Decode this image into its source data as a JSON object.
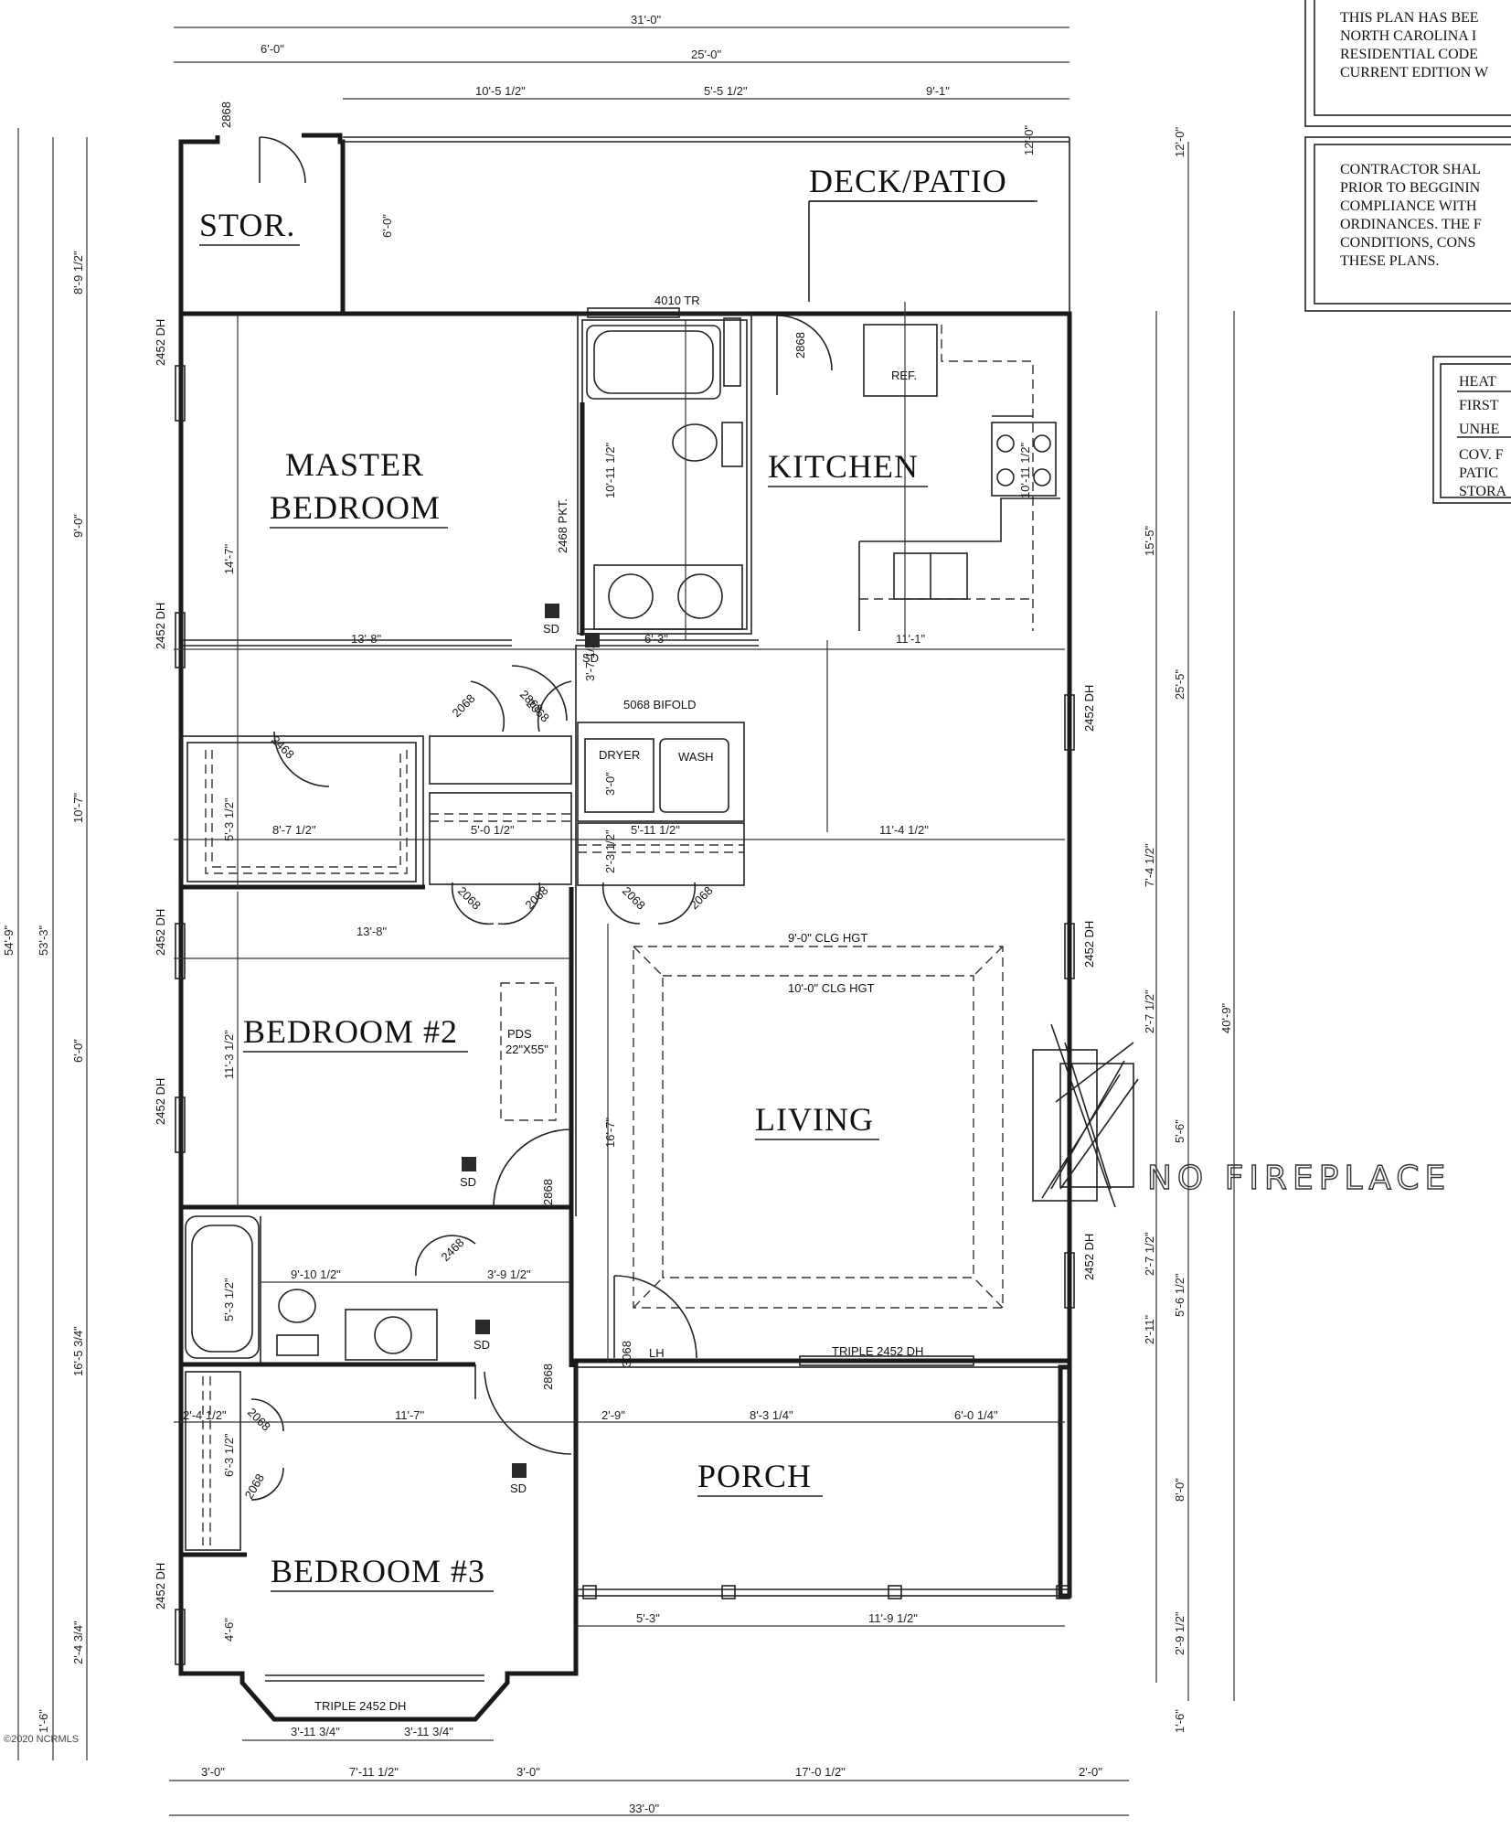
{
  "rooms": {
    "deck_patio": "DECK/PATIO",
    "storage": "STOR.",
    "master_line1": "MASTER",
    "master_line2": "BEDROOM",
    "kitchen": "KITCHEN",
    "bedroom2": "BEDROOM #2",
    "bedroom3": "BEDROOM #3",
    "living": "LIVING",
    "porch": "PORCH"
  },
  "labels": {
    "ref": "REF.",
    "dryer": "DRYER",
    "wash": "WASH",
    "bifold": "5068 BIFOLD",
    "pds": "PDS",
    "pds_size": "22\"X55\"",
    "lh": "LH",
    "sd": "SD",
    "window_4010tr": "4010 TR",
    "triple_window": "TRIPLE 2452 DH",
    "window_2452dh": "2452 DH",
    "door_2868": "2868",
    "door_2468": "2468",
    "door_2068": "2068",
    "door_3068": "3068",
    "door_2468_pkt": "2468 PKT.",
    "clg_9": "9'-0\" CLG HGT",
    "clg_10": "10'-0\" CLG HGT"
  },
  "handwritten_note": "NO FIREPLACE",
  "notes": {
    "note1": [
      "THIS PLAN HAS BEE",
      "NORTH CAROLINA I",
      "RESIDENTIAL CODE",
      "CURRENT EDITION W"
    ],
    "note2": [
      "CONTRACTOR SHAL",
      "PRIOR TO BEGGININ",
      "COMPLIANCE WITH",
      "ORDINANCES. THE F",
      "CONDITIONS, CONS",
      "THESE PLANS."
    ],
    "area_table": [
      "HEAT",
      "FIRST",
      "UNHE",
      "COV. F",
      "PATIC",
      "STORA"
    ]
  },
  "dimensions": {
    "top_overall": "31'-0\"",
    "top_25": "25'-0\"",
    "top_stor": "6'-0\"",
    "top_a": "10'-5 1/2\"",
    "top_b": "5'-5 1/2\"",
    "top_c": "9'-1\"",
    "deck_depth": "12'-0\"",
    "right_12": "12'-0\"",
    "stor_depth": "6'-0\"",
    "bath_w": "10'-11 1/2\"",
    "kitchen_w": "10'-11 1/2\"",
    "master_h": "14'-7\"",
    "master_w": "13'-8\"",
    "hall_a": "6'-3\"",
    "hall_b": "11'-1\"",
    "hall_c": "3'-7 1/2\"",
    "closet_w": "8'-7 1/2\"",
    "closet_d": "5'-3 1/2\"",
    "hall_d": "5'-0 1/2\"",
    "hall_e": "5'-11 1/2\"",
    "hall_f": "11'-4 1/2\"",
    "laundry_d": "3'-0\"",
    "hall_g": "2'-3 1/2\"",
    "bed2_w": "13'-8\"",
    "bed2_h": "11'-3 1/2\"",
    "living_h": "16'-7\"",
    "bath2_w": "9'-10 1/2\"",
    "bath2_d": "5'-3 1/2\"",
    "hall_h": "3'-9 1/2\"",
    "bed3_w": "11'-7\"",
    "closet3_w": "2'-4 1/2\"",
    "closet3_d": "6'-3 1/2\"",
    "bed3_h": "4'-6\"",
    "porch_a": "2'-9\"",
    "porch_b": "8'-3 1/4\"",
    "porch_c": "6'-0 1/4\"",
    "porch_d": "5'-3\"",
    "porch_e": "11'-9 1/2\"",
    "bay_a": "3'-11 3/4\"",
    "bay_b": "3'-11 3/4\"",
    "bot_a": "3'-0\"",
    "bot_b": "7'-11 1/2\"",
    "bot_c": "3'-0\"",
    "bot_d": "17'-0 1/2\"",
    "bot_e": "2'-0\"",
    "bot_overall": "33'-0\"",
    "left_overall": "54'-9\"",
    "left_53": "53'-3\"",
    "left_a": "8'-9 1/2\"",
    "left_b": "9'-0\"",
    "left_c": "10'-7\"",
    "left_d": "6'-0\"",
    "left_e": "16'-5 3/4\"",
    "left_f": "2'-4 3/4\"",
    "left_g": "1'-6\"",
    "right_a": "15'-5\"",
    "right_b": "25'-5\"",
    "right_c": "7'-4 1/2\"",
    "right_d": "2'-7 1/2\"",
    "right_e": "5'-6\"",
    "right_f": "2'-7 1/2\"",
    "right_g": "2'-11\"",
    "right_h": "5'-6 1/2\"",
    "right_i": "8'-0\"",
    "right_j": "2'-9 1/2\"",
    "right_k": "1'-6\"",
    "right_overall": "40'-9\""
  },
  "footer": "©2020 NCRMLS"
}
